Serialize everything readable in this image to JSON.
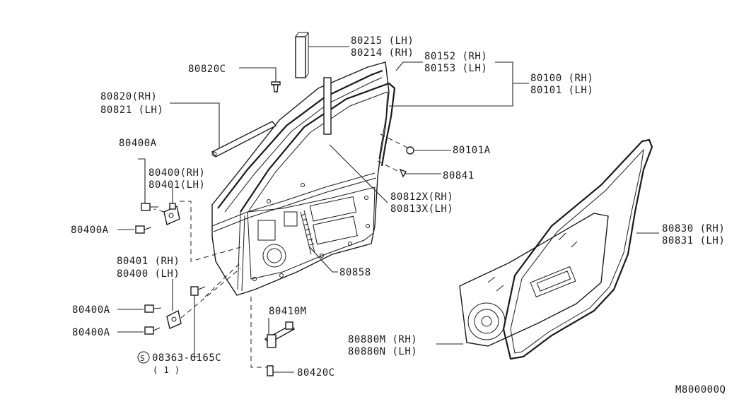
{
  "labels": {
    "p80215": "80215 (LH)",
    "p80214": "80214 (RH)",
    "p80152": "80152 (RH)",
    "p80153": "80153 (LH)",
    "p80820c": "80820C",
    "p80100": "80100 (RH)",
    "p80101": "80101 (LH)",
    "p80820": "80820(RH)",
    "p80821": "80821 (LH)",
    "p80101a": "80101A",
    "p80400a_top": "80400A",
    "p80841": "80841",
    "p80400rh": "80400(RH)",
    "p80401lh": "80401(LH)",
    "p80812x": "80812X(RH)",
    "p80813x": "80813X(LH)",
    "p80400a_mid": "80400A",
    "p80830": "80830 (RH)",
    "p80831": "80831 (LH)",
    "p80401rh": "80401 (RH)",
    "p80400lh": "80400 (LH)",
    "p80858": "80858",
    "p80400a_low1": "80400A",
    "p80410m": "80410M",
    "p80400a_low2": "80400A",
    "p80880m": "80880M (RH)",
    "p80880n": "80880N (LH)",
    "p08363": "08363-6165C",
    "qty": "( 1 )",
    "bolt_symbol": "S",
    "p80420c": "80420C",
    "diagram_code": "M800000Q"
  }
}
